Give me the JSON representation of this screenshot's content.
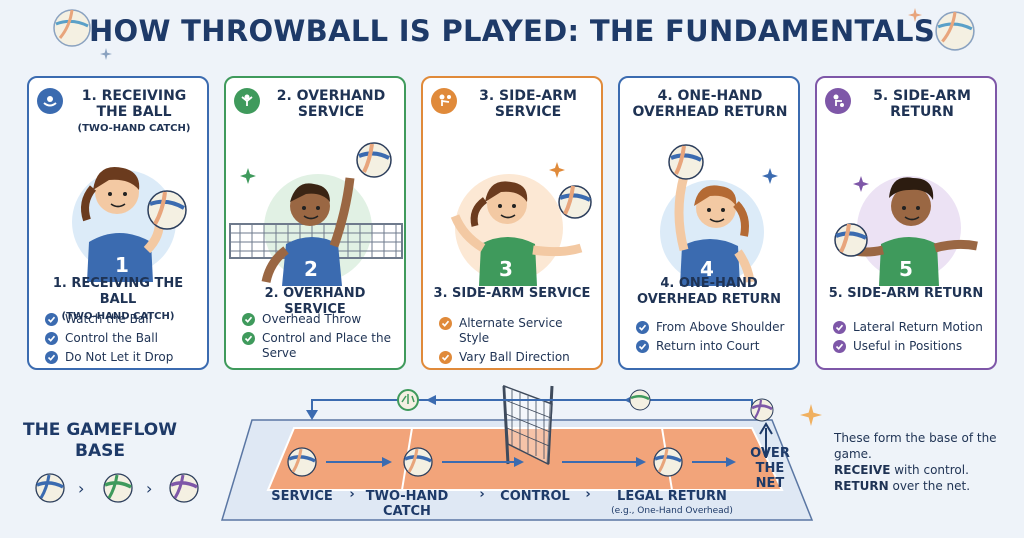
{
  "title": "HOW THROWBALL IS PLAYED: THE FUNDAMENTALS",
  "cards": [
    {
      "number": "1",
      "top_title": "1. RECEIVING THE BALL",
      "top_sub": "(TWO-HAND CATCH)",
      "jersey": "1",
      "bottom_title": "1. RECEIVING THE BALL",
      "bottom_sub": "(TWO-HAND CATCH)",
      "items": [
        "Watch the Ball",
        "Control the Ball",
        "Do Not Let it Drop"
      ],
      "color": "#3b6bb0",
      "check_color": "#3b6bb0"
    },
    {
      "number": "2",
      "top_title": "2. OVERHAND SERVICE",
      "top_sub": "",
      "jersey": "2",
      "bottom_title": "2. OVERHAND SERVICE",
      "bottom_sub": "",
      "items": [
        "Overhead Throw",
        "Control and Place the Serve"
      ],
      "color": "#3f9a5c",
      "check_color": "#3f9a5c"
    },
    {
      "number": "3",
      "top_title": "3. SIDE-ARM SERVICE",
      "top_sub": "",
      "jersey": "3",
      "bottom_title": "3. SIDE-ARM SERVICE",
      "bottom_sub": "",
      "items": [
        "Alternate Service Style",
        "Vary Ball Direction"
      ],
      "color": "#e08a3a",
      "check_color": "#e08a3a"
    },
    {
      "number": "4",
      "top_title": "4. ONE-HAND OVERHEAD RETURN",
      "top_sub": "",
      "jersey": "4",
      "bottom_title": "4. ONE-HAND OVERHEAD RETURN",
      "bottom_sub": "",
      "items": [
        "From Above Shoulder",
        "Return into Court"
      ],
      "color": "#3b6bb0",
      "check_color": "#3b6bb0"
    },
    {
      "number": "5",
      "top_title": "5. SIDE-ARM RETURN",
      "top_sub": "",
      "jersey": "5",
      "bottom_title": "5. SIDE-ARM RETURN",
      "bottom_sub": "",
      "items": [
        "Lateral Return Motion",
        "Useful in Positions"
      ],
      "color": "#7e57a8",
      "check_color": "#7e57a8"
    }
  ],
  "gameflow": {
    "title": "THE GAMEFLOW BASE",
    "steps": {
      "service": "SERVICE",
      "catch": "TWO-HAND CATCH",
      "control": "CONTROL",
      "legal_return": "LEGAL RETURN",
      "legal_return_sub": "(e.g., One-Hand Overhead)",
      "over_net": "OVER THE NET"
    },
    "arrow_glyph": "›"
  },
  "side_note": {
    "line1": "These form the base of the game.",
    "receive_bold": "RECEIVE",
    "receive_rest": " with control.",
    "return_bold": "RETURN",
    "return_rest": " over the net."
  },
  "colors": {
    "blue": "#3b6bb0",
    "green": "#3f9a5c",
    "orange": "#e08a3a",
    "purple": "#7e57a8",
    "court": "#f2a47a",
    "title": "#1e3a68"
  }
}
